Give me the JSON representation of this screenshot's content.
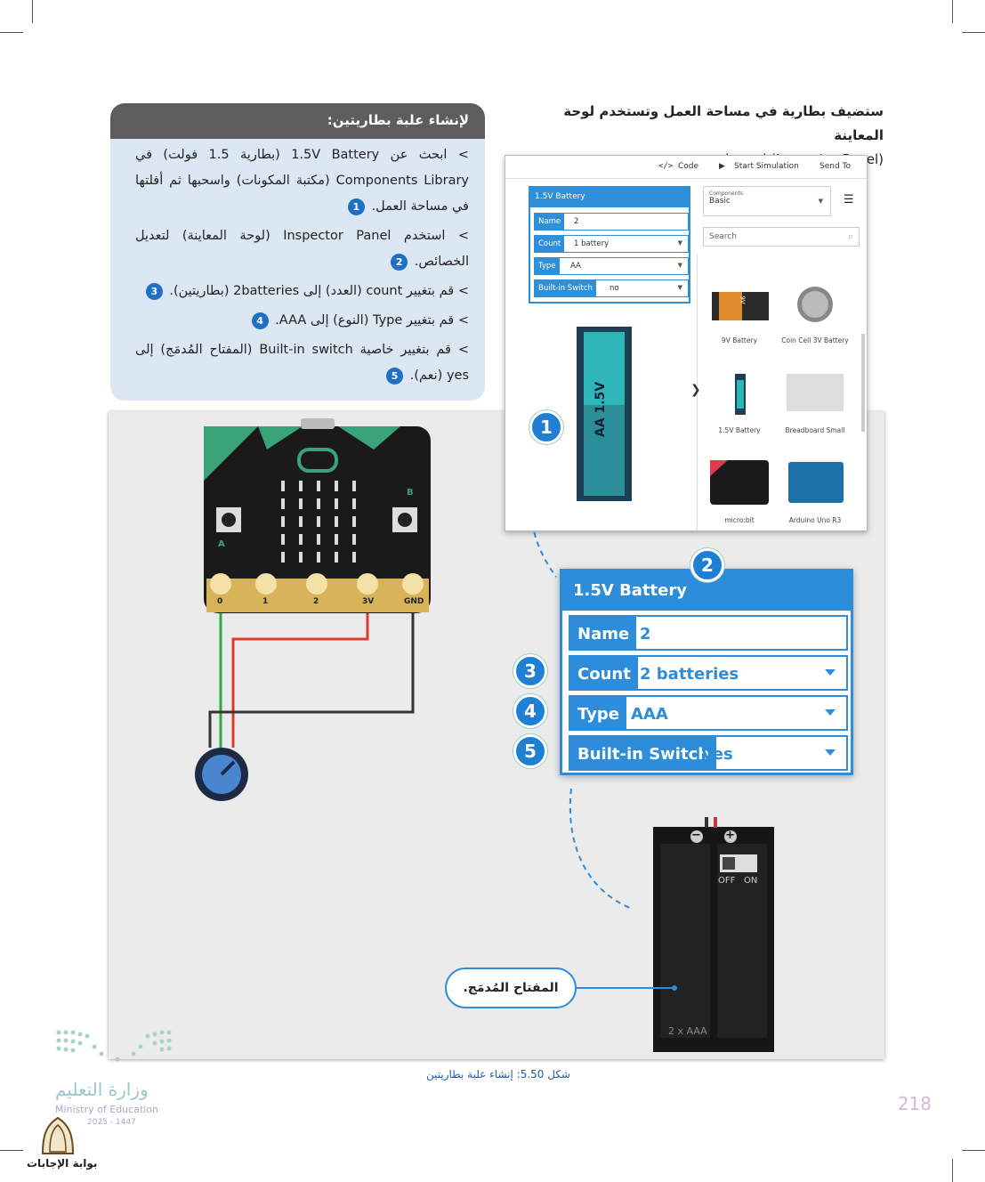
{
  "intro": {
    "line1": "ستضيف بطارية في مساحة العمل وتستخدم لوحة المعاينة",
    "line2": "(Inspector Panel) لتغييرها."
  },
  "steps": {
    "title": "لإنشاء علبة بطاريتين:",
    "s1a": "> ابحث عن 1.5V Battery (بطارية 1.5 فولت) في Components Library (مكتبة المكونات) واسحبها ثم أفلتها في مساحة العمل.",
    "n1": "1",
    "s2a": "> استخدم Inspector Panel (لوحة المعاينة) لتعديل الخصائص.",
    "n2": "2",
    "s3a": "> قم بتغيير count (العدد) إلى 2batteries (بطاريتين).",
    "n3": "3",
    "s4a": "> قم بتغيير Type (النوع) إلى AAA.",
    "n4": "4",
    "s5a": "> قم بتغيير خاصية Built-in switch (المفتاح المُدمَج) إلى yes (نعم).",
    "n5": "5"
  },
  "toolbar": {
    "code": "Code",
    "sim": "Start Simulation",
    "send": "Send To"
  },
  "mini": {
    "title": "1.5V Battery",
    "name_k": "Name",
    "name_v": "2",
    "count_k": "Count",
    "count_v": "1 battery",
    "type_k": "Type",
    "type_v": "AA",
    "switch_k": "Built-in Switch",
    "switch_v": "no"
  },
  "library": {
    "comp_label": "Components",
    "comp_value": "Basic",
    "search": "Search",
    "items": [
      "9V Battery",
      "Coin Cell 3V Battery",
      "1.5V Battery",
      "Breadboard Small",
      "micro:bit",
      "Arduino Uno R3"
    ]
  },
  "battery_label": "AA 1.5V",
  "nine_v": "9V",
  "inspector": {
    "title": "1.5V Battery",
    "name_k": "Name",
    "name_v": "2",
    "count_k": "Count",
    "count_v": "2 batteries",
    "type_k": "Type",
    "type_v": "AAA",
    "switch_k": "Built-in Switch",
    "switch_v": "yes"
  },
  "badges": [
    "1",
    "2",
    "3",
    "4",
    "5"
  ],
  "microbit": {
    "pins": [
      "0",
      "1",
      "2",
      "3V",
      "GND"
    ],
    "btn_a": "A",
    "btn_b": "B"
  },
  "box": {
    "off": "OFF",
    "on": "ON",
    "label": "2 x AAA",
    "minus": "−",
    "plus": "+"
  },
  "callout": "المفتاح المُدمَج.",
  "caption": "شكل 5.50: إنشاء علبة بطاريتين",
  "page_number": "218",
  "ministry": {
    "ar": "وزارة التعليم",
    "en": "Ministry of Education",
    "year": "2025 - 1447"
  },
  "portal": "بوابة الإجابات"
}
